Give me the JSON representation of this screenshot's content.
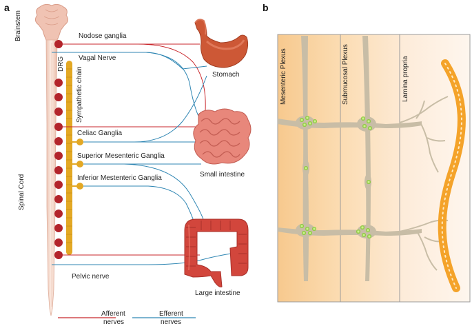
{
  "panel_a": {
    "letter": "a",
    "labels": {
      "brainstem": "Brainstem",
      "spinal_cord": "Spinal Cord",
      "drg": "DRG",
      "sympathetic_chain": "Sympathetic chain",
      "nodose_ganglia": "Nodose ganglia",
      "vagal_nerve": "Vagal Nerve",
      "celiac_ganglia": "Celiac Ganglia",
      "superior_mesenteric_ganglia": "Superior Mesenteric Ganglia",
      "inferior_mesenteric_ganglia": "Inferior Mestenteric Ganglia",
      "pelvic_nerve": "Pelvic nerve",
      "stomach": "Stomach",
      "small_intestine": "Small intestine",
      "large_intestine": "Large intestine"
    },
    "legend": {
      "afferent_line1": "Afferent",
      "afferent_line2": "nerves",
      "efferent_line1": "Efferent",
      "efferent_line2": "nerves"
    }
  },
  "panel_b": {
    "letter": "b",
    "labels": {
      "mesenteric_plexus": "Mesenteric Plexus",
      "submucosal_plexus": "Submucosal Plexus",
      "lamina_propria": "Lamina propria"
    }
  },
  "colors": {
    "afferent": "#c8262b",
    "efferent": "#2f86b3",
    "drg": "#b3242b",
    "sympathetic": "#e3a824",
    "spinal_cord": "#f4ddd0",
    "neuron": "#c8bda6",
    "glia": "#9ad33b",
    "villus": "#f4a32a",
    "mesenteric_bg": "#f6cf98",
    "submucosal_bg": "#fbe3c3",
    "lamina_bg": "#fdf1e4"
  }
}
